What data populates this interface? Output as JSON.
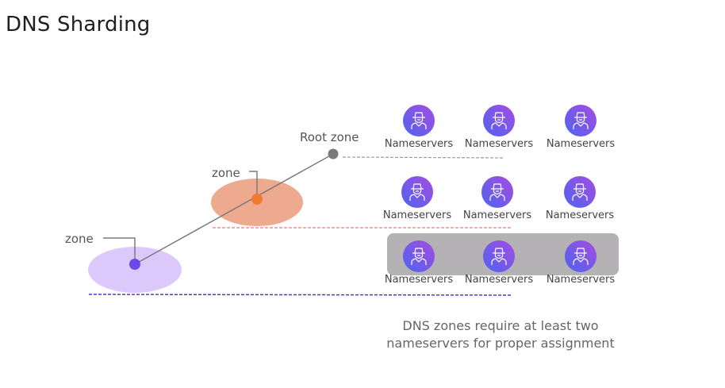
{
  "title": "DNS Sharding",
  "zones": {
    "root_label": "Root zone",
    "mid_label": "zone",
    "low_label": "zone"
  },
  "nameserver_rows": [
    [
      "Nameservers",
      "Nameservers",
      "Nameservers"
    ],
    [
      "Nameservers",
      "Nameservers",
      "Nameservers"
    ],
    [
      "Nameservers",
      "Nameservers",
      "Nameservers"
    ]
  ],
  "caption": {
    "line1": "DNS zones require at least two",
    "line2": "nameservers for proper assignment"
  },
  "icon": "person-in-hat-icon",
  "colors": {
    "root_dot": "#7a7a7a",
    "mid_ellipse": "#eeaa8f",
    "mid_dot": "#f07a2f",
    "low_ellipse": "#dcc8fb",
    "low_dot": "#6a4be8",
    "connector": "#7a7a7a",
    "root_dash": "#9a9a9a",
    "mid_dash": "#e07a80",
    "low_dash": "#5a2fd0",
    "badge_from": "#4f63f0",
    "badge_to": "#a44de0",
    "highlight_panel": "#b4b2b5"
  }
}
